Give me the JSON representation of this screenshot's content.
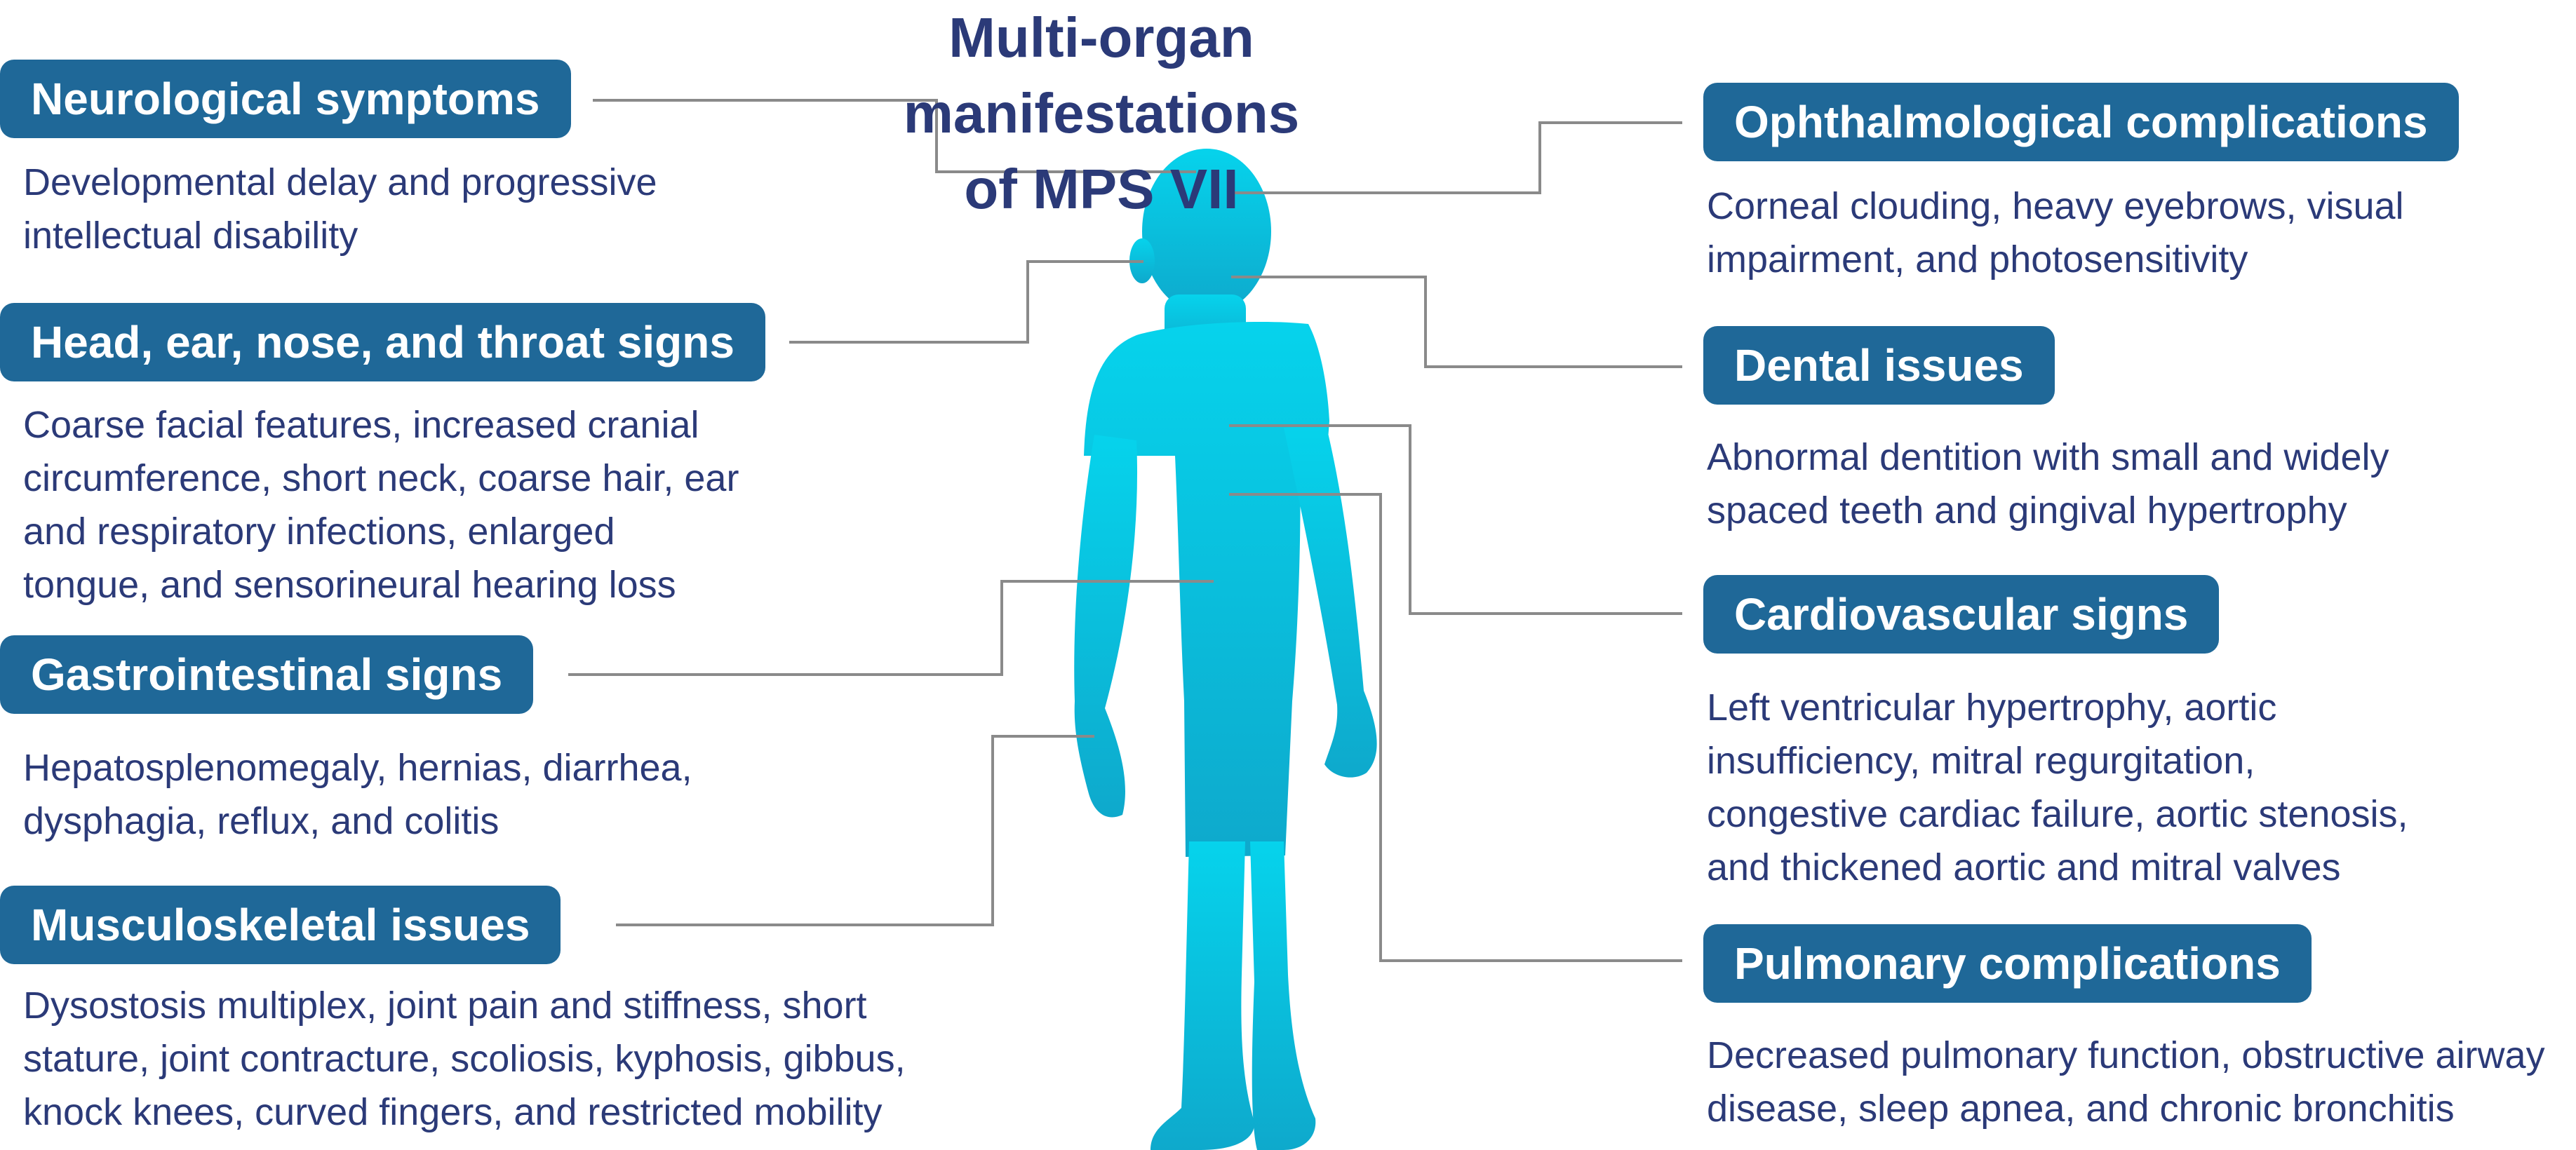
{
  "title": {
    "line1": "Multi-organ manifestations",
    "line2": "of MPS VII"
  },
  "colors": {
    "label_bg": "#1f6898",
    "label_text": "#ffffff",
    "body_text": "#2b3a78",
    "connector": "#8a8a8a",
    "silhouette_top": "#06d3ec",
    "silhouette_bottom": "#0ea9cc"
  },
  "sections": {
    "neurological": {
      "label": "Neurological symptoms",
      "description": [
        "Developmental delay and progressive",
        "intellectual disability"
      ]
    },
    "head_ear_nose_throat": {
      "label": "Head, ear, nose, and throat signs",
      "description": [
        "Coarse facial features, increased cranial",
        "circumference, short neck, coarse hair, ear",
        "and respiratory infections, enlarged",
        "tongue, and sensorineural hearing loss"
      ]
    },
    "gastrointestinal": {
      "label": "Gastrointestinal signs",
      "description": [
        "Hepatosplenomegaly, hernias, diarrhea,",
        "dysphagia, reflux, and colitis"
      ]
    },
    "musculoskeletal": {
      "label": "Musculoskeletal issues",
      "description": [
        "Dysostosis multiplex, joint pain and stiffness, short",
        "stature, joint contracture, scoliosis, kyphosis, gibbus,",
        "knock knees, curved fingers, and restricted mobility"
      ]
    },
    "ophthalmological": {
      "label": "Ophthalmological complications",
      "description": [
        "Corneal clouding, heavy eyebrows, visual",
        "impairment, and photosensitivity"
      ]
    },
    "dental": {
      "label": "Dental issues",
      "description": [
        "Abnormal dentition with small and widely",
        "spaced teeth and gingival hypertrophy"
      ]
    },
    "cardiovascular": {
      "label": "Cardiovascular signs",
      "description": [
        "Left ventricular hypertrophy, aortic",
        "insufficiency, mitral regurgitation,",
        "congestive cardiac failure, aortic stenosis,",
        "and thickened aortic and mitral valves"
      ]
    },
    "pulmonary": {
      "label": "Pulmonary complications",
      "description": [
        "Decreased pulmonary function, obstructive airway",
        "disease, sleep apnea, and chronic bronchitis"
      ]
    }
  }
}
